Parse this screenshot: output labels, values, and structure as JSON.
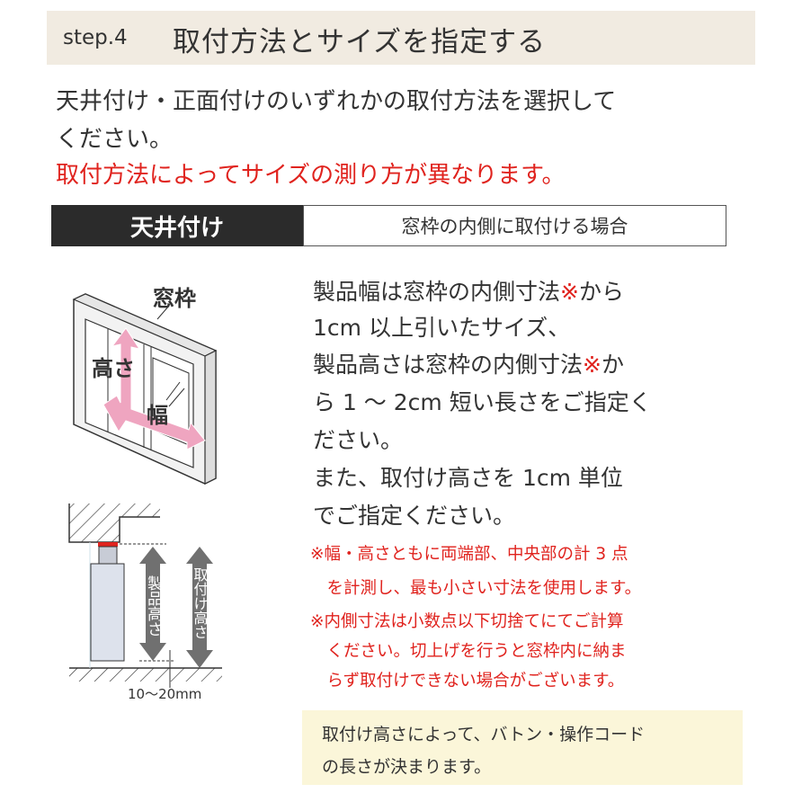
{
  "header": {
    "step": "step.4",
    "title": "取付方法とサイズを指定する"
  },
  "intro": {
    "lines": [
      "天井付け・正面付けのいずれかの取付方法を選択して",
      "ください。"
    ],
    "warning": "取付方法によってサイズの測り方が異なります。"
  },
  "mount_type": {
    "label": "天井付け",
    "description": "窓枠の内側に取付ける場合"
  },
  "window_diagram": {
    "frame_label": "窓枠",
    "height_label": "高さ",
    "width_label": "幅",
    "arrow_color": "#efa5c0"
  },
  "side_diagram": {
    "product_height_label": "製品高さ",
    "mount_height_label": "取付け高さ",
    "gap_label": "10〜20mm"
  },
  "instructions": {
    "lines": [
      {
        "text": "製品幅は窓枠の内側寸法",
        "mark": "※",
        "after": "から"
      },
      {
        "text": "1cm 以上引いたサイズ、",
        "mark": "",
        "after": ""
      },
      {
        "text": "製品高さは窓枠の内側寸法",
        "mark": "※",
        "after": "か"
      },
      {
        "text": "ら 1 〜 2cm 短い長さをご指定く",
        "mark": "",
        "after": ""
      },
      {
        "text": "ださい。",
        "mark": "",
        "after": ""
      },
      {
        "text": "また、取付け高さを 1cm 単位",
        "mark": "",
        "after": ""
      },
      {
        "text": "でご指定ください。",
        "mark": "",
        "after": ""
      }
    ]
  },
  "notes": [
    "※幅・高さともに両端部、中央部の計 3 点",
    "　を計測し、最も小さい寸法を使用します。",
    "※内側寸法は小数点以下切捨てにてご計算",
    "　ください。切上げを行うと窓枠内に納ま",
    "　らず取付けできない場合がございます。"
  ],
  "info_box": {
    "lines": [
      "取付け高さによって、バトン・操作コード",
      "の長さが決まります。"
    ]
  },
  "colors": {
    "accent_red": "#e0231e",
    "header_bg": "#f1ebe1",
    "note_bg": "#fbf6d9",
    "tab_bg": "#2b2b2b"
  }
}
